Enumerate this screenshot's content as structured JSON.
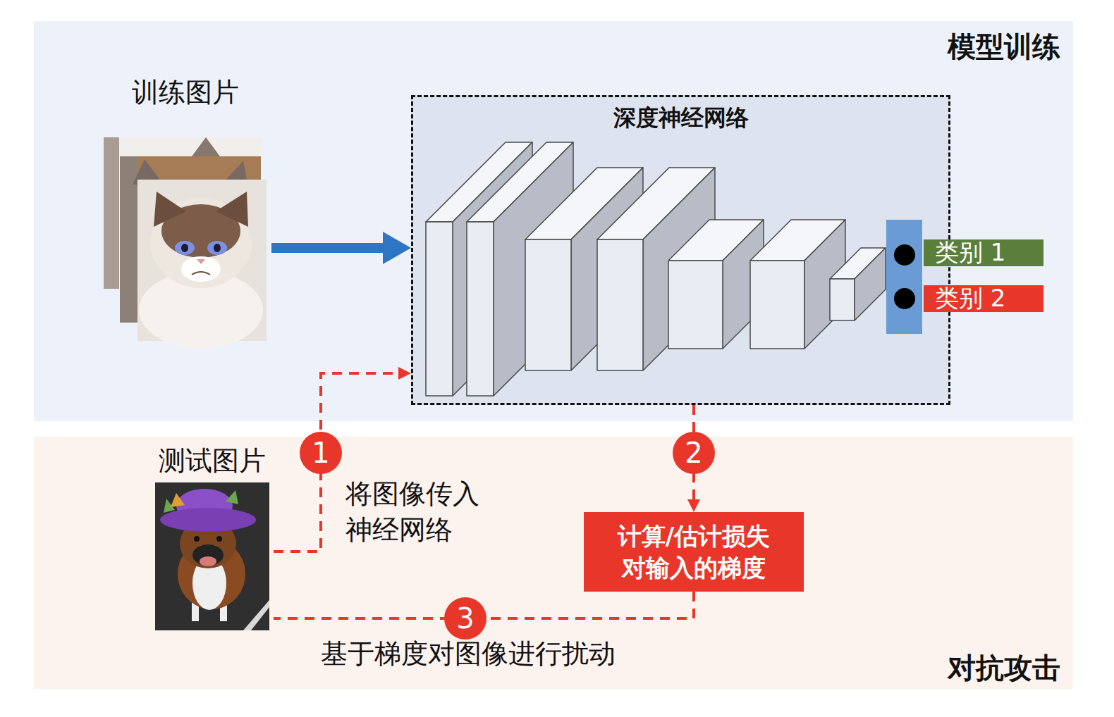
{
  "diagram": {
    "nodes": [
      {
        "text": [
          "模型训练"
        ]
      },
      {
        "text": [
          "训练图片"
        ],
        "in": 0
      },
      {
        "text": [
          "深度神经网络"
        ],
        "in": 0
      },
      {
        "text": [
          "类别 1"
        ],
        "in": 0
      },
      {
        "text": [
          "类别 2"
        ],
        "in": 0
      },
      {
        "text": [
          "对抗攻击"
        ]
      },
      {
        "text": [
          "测试图片"
        ],
        "in": 5
      },
      {
        "text": [
          "计算/估计损失 对输入的梯度"
        ],
        "in": 5
      }
    ],
    "edges": [
      {
        "from": 1,
        "to": 2,
        "arrow": "to"
      },
      {
        "from": 6,
        "to": 2,
        "label": "1",
        "arrow": "to"
      },
      {
        "from": 2,
        "to": 7,
        "label": "2",
        "arrow": "to"
      },
      {
        "from": 7,
        "to": 6,
        "label": "3",
        "arrow": "none"
      }
    ],
    "labels": [
      "将图像传入 神经网络",
      "基于梯度对图像进行扰动"
    ]
  }
}
